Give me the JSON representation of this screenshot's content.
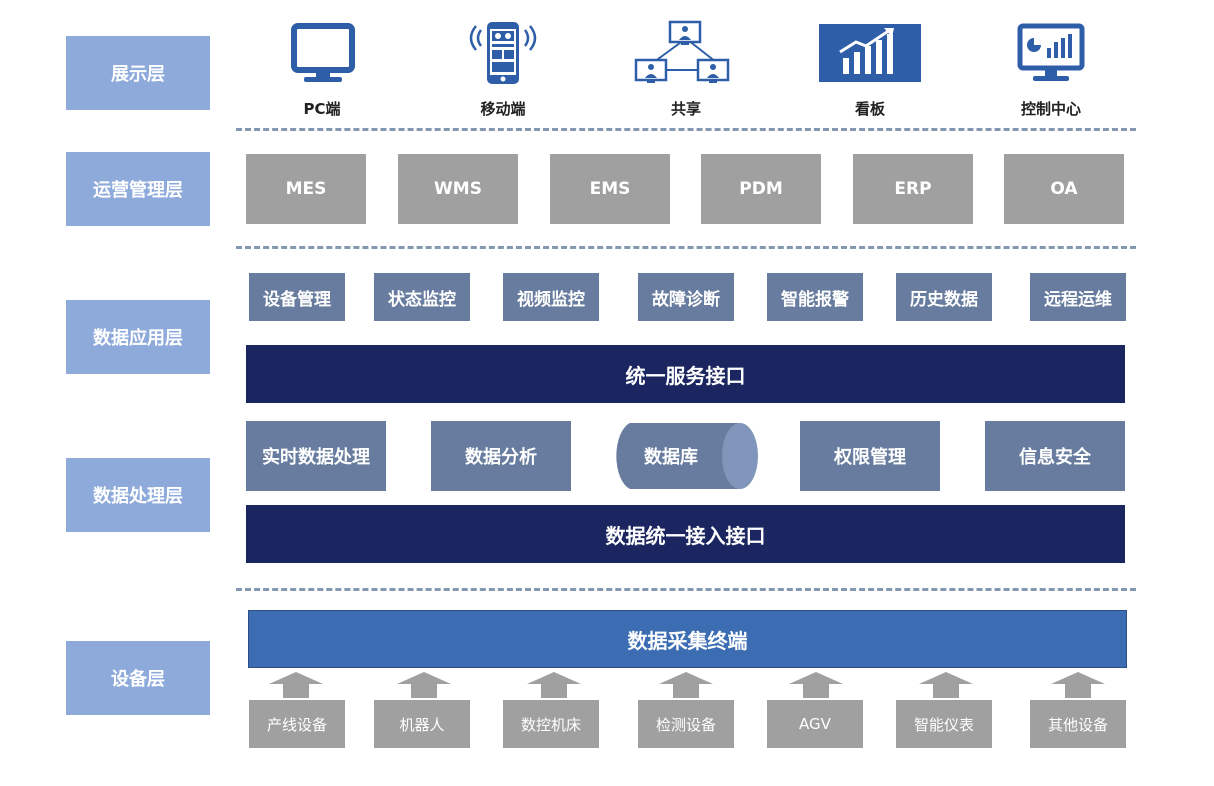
{
  "layers": {
    "display": "展示层",
    "operations": "运营管理层",
    "data_app": "数据应用层",
    "data_proc": "数据处理层",
    "device": "设备层"
  },
  "display_items": [
    {
      "label": "PC端",
      "icon": "monitor-icon"
    },
    {
      "label": "移动端",
      "icon": "mobile-phone-icon"
    },
    {
      "label": "共享",
      "icon": "network-share-icon"
    },
    {
      "label": "看板",
      "icon": "dashboard-chart-icon"
    },
    {
      "label": "控制中心",
      "icon": "control-center-icon"
    }
  ],
  "systems": [
    "MES",
    "WMS",
    "EMS",
    "PDM",
    "ERP",
    "OA"
  ],
  "applications": [
    "设备管理",
    "状态监控",
    "视频监控",
    "故障诊断",
    "智能报警",
    "历史数据",
    "远程运维"
  ],
  "service_interface": "统一服务接口",
  "processing": [
    "实时数据处理",
    "数据分析",
    "数据库",
    "权限管理",
    "信息安全"
  ],
  "access_interface": "数据统一接入接口",
  "collection_terminal": "数据采集终端",
  "devices": [
    "产线设备",
    "机器人",
    "数控机床",
    "检测设备",
    "AGV",
    "智能仪表",
    "其他设备"
  ],
  "colors": {
    "layer_label": "#8eaadb",
    "system_box": "#a0a0a0",
    "app_box": "#677c9e",
    "interface_bar": "#1b2660",
    "collection_bar": "#3c6db3",
    "icon_blue": "#2f5ea8"
  }
}
